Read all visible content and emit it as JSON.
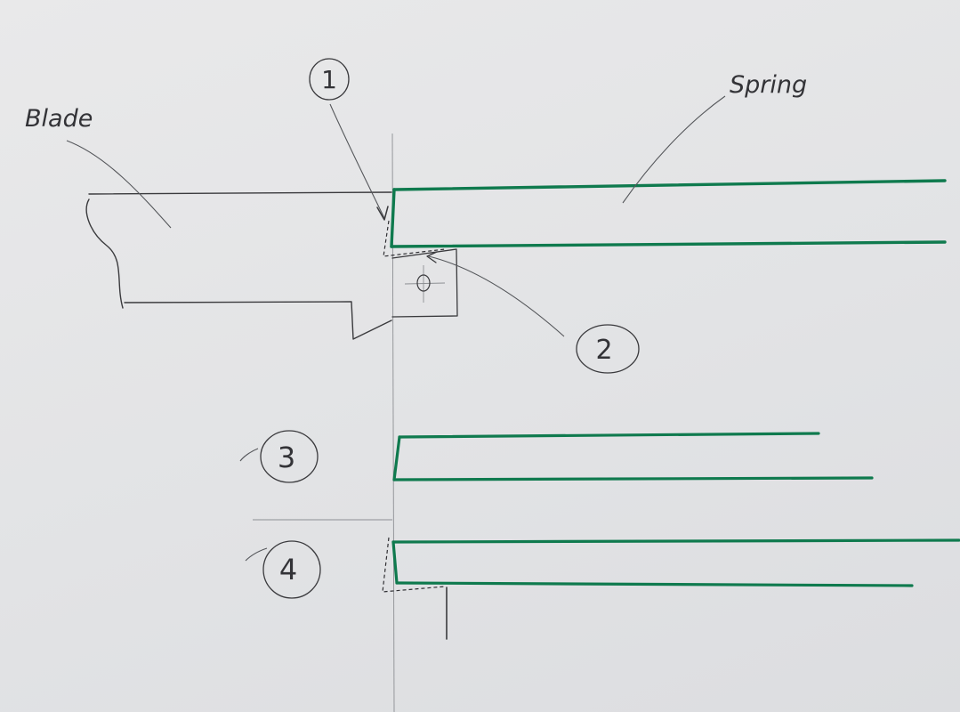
{
  "labels": {
    "blade": "Blade",
    "spring": "Spring"
  },
  "callouts": {
    "c1": "1",
    "c2": "2",
    "c3": "3",
    "c4": "4"
  },
  "colors": {
    "paper": "#e4e5e7",
    "pencil": "#3a3a3d",
    "green_marker": "#0f7a4e"
  }
}
